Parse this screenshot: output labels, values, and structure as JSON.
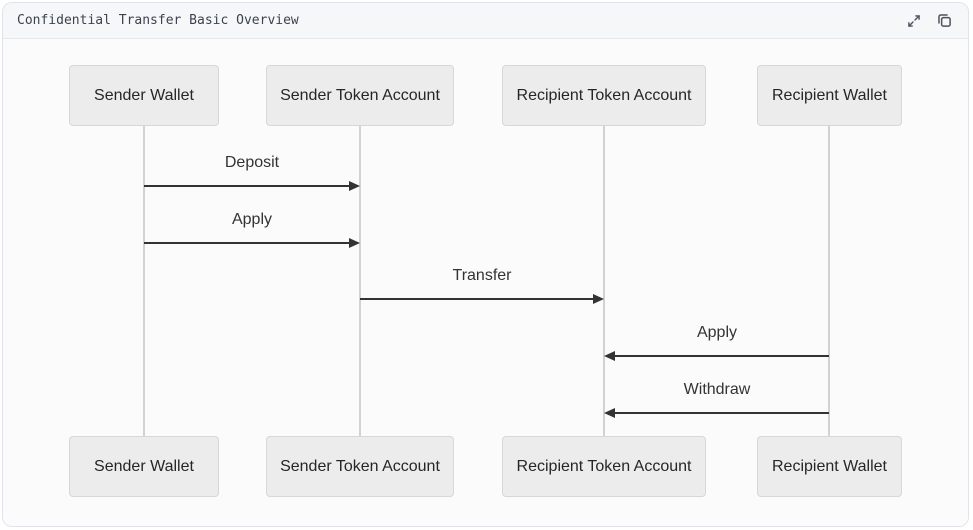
{
  "header": {
    "title": "Confidential Transfer Basic Overview",
    "actions": [
      {
        "name": "expand",
        "icon": "expand-diagonal-icon"
      },
      {
        "name": "copy",
        "icon": "copy-icon"
      }
    ]
  },
  "diagram": {
    "type": "sequence",
    "actors": [
      {
        "label": "Sender Wallet"
      },
      {
        "label": "Sender Token Account"
      },
      {
        "label": "Recipient Token Account"
      },
      {
        "label": "Recipient Wallet"
      }
    ],
    "messages": [
      {
        "label": "Deposit",
        "from": "Sender Wallet",
        "to": "Sender Token Account",
        "direction": "right"
      },
      {
        "label": "Apply",
        "from": "Sender Wallet",
        "to": "Sender Token Account",
        "direction": "right"
      },
      {
        "label": "Transfer",
        "from": "Sender Token Account",
        "to": "Recipient Token Account",
        "direction": "right"
      },
      {
        "label": "Apply",
        "from": "Recipient Wallet",
        "to": "Recipient Token Account",
        "direction": "left"
      },
      {
        "label": "Withdraw",
        "from": "Recipient Wallet",
        "to": "Recipient Token Account",
        "direction": "left"
      }
    ],
    "colors": {
      "actor_fill": "#ececec",
      "actor_border": "#d7d7d7",
      "lifeline": "#d2d2d2",
      "arrow": "#333333",
      "text": "#333333",
      "header_bg": "#f6f7f8",
      "card_bg": "#fbfbfb",
      "card_border": "#e0e3e8"
    }
  }
}
